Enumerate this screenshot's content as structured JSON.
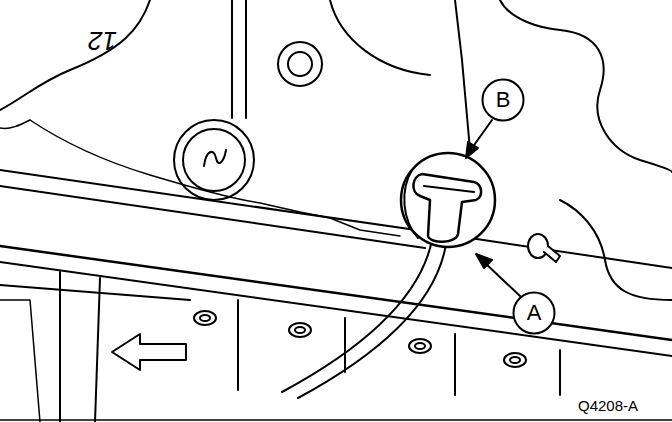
{
  "diagram": {
    "nodes": [
      {
        "text": [
          "B"
        ]
      },
      {
        "text": [
          "A"
        ]
      }
    ],
    "labels": [
      "12",
      "Q4208-A"
    ]
  }
}
